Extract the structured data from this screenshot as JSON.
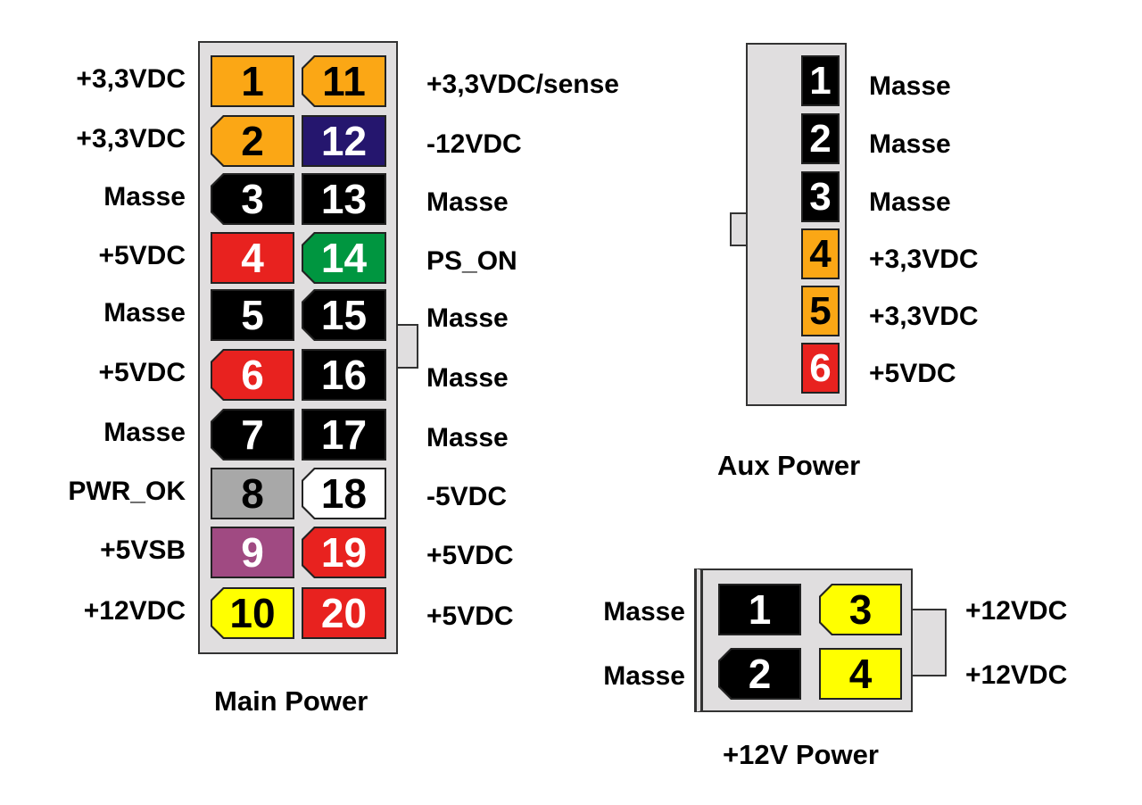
{
  "main": {
    "title": "Main Power",
    "left": [
      {
        "n": "1",
        "label": "+3,3VDC",
        "color": "#fba715",
        "text": "#000",
        "cut": false
      },
      {
        "n": "2",
        "label": "+3,3VDC",
        "color": "#fba715",
        "text": "#000",
        "cut": true
      },
      {
        "n": "3",
        "label": "Masse",
        "color": "#000000",
        "text": "#fff",
        "cut": true
      },
      {
        "n": "4",
        "label": "+5VDC",
        "color": "#e8221f",
        "text": "#fff",
        "cut": false
      },
      {
        "n": "5",
        "label": "Masse",
        "color": "#000000",
        "text": "#fff",
        "cut": false
      },
      {
        "n": "6",
        "label": "+5VDC",
        "color": "#e8221f",
        "text": "#fff",
        "cut": true
      },
      {
        "n": "7",
        "label": "Masse",
        "color": "#000000",
        "text": "#fff",
        "cut": true
      },
      {
        "n": "8",
        "label": "PWR_OK",
        "color": "#a8a8a8",
        "text": "#000",
        "cut": false
      },
      {
        "n": "9",
        "label": "+5VSB",
        "color": "#a04a82",
        "text": "#fff",
        "cut": false
      },
      {
        "n": "10",
        "label": "+12VDC",
        "color": "#ffff00",
        "text": "#000",
        "cut": true
      }
    ],
    "right": [
      {
        "n": "11",
        "label": "+3,3VDC/sense",
        "color": "#fba715",
        "text": "#000",
        "cut": true
      },
      {
        "n": "12",
        "label": "-12VDC",
        "color": "#25166e",
        "text": "#fff",
        "cut": false
      },
      {
        "n": "13",
        "label": "Masse",
        "color": "#000000",
        "text": "#fff",
        "cut": false
      },
      {
        "n": "14",
        "label": "PS_ON",
        "color": "#009640",
        "text": "#fff",
        "cut": true
      },
      {
        "n": "15",
        "label": "Masse",
        "color": "#000000",
        "text": "#fff",
        "cut": true
      },
      {
        "n": "16",
        "label": "Masse",
        "color": "#000000",
        "text": "#fff",
        "cut": false
      },
      {
        "n": "17",
        "label": "Masse",
        "color": "#000000",
        "text": "#fff",
        "cut": false
      },
      {
        "n": "18",
        "label": "-5VDC",
        "color": "#ffffff",
        "text": "#000",
        "cut": true
      },
      {
        "n": "19",
        "label": "+5VDC",
        "color": "#e8221f",
        "text": "#fff",
        "cut": true
      },
      {
        "n": "20",
        "label": "+5VDC",
        "color": "#e8221f",
        "text": "#fff",
        "cut": false
      }
    ]
  },
  "aux": {
    "title": "Aux Power",
    "pins": [
      {
        "n": "1",
        "label": "Masse",
        "color": "#000000",
        "text": "#fff"
      },
      {
        "n": "2",
        "label": "Masse",
        "color": "#000000",
        "text": "#fff"
      },
      {
        "n": "3",
        "label": "Masse",
        "color": "#000000",
        "text": "#fff"
      },
      {
        "n": "4",
        "label": "+3,3VDC",
        "color": "#fba715",
        "text": "#000"
      },
      {
        "n": "5",
        "label": "+3,3VDC",
        "color": "#fba715",
        "text": "#000"
      },
      {
        "n": "6",
        "label": "+5VDC",
        "color": "#e8221f",
        "text": "#fff"
      }
    ]
  },
  "p12": {
    "title": "+12V Power",
    "pins": [
      {
        "n": "1",
        "label": "Masse",
        "color": "#000000",
        "text": "#fff",
        "cut": false
      },
      {
        "n": "2",
        "label": "Masse",
        "color": "#000000",
        "text": "#fff",
        "cut": true
      },
      {
        "n": "3",
        "label": "+12VDC",
        "color": "#ffff00",
        "text": "#000",
        "cut": true
      },
      {
        "n": "4",
        "label": "+12VDC",
        "color": "#ffff00",
        "text": "#000",
        "cut": false
      }
    ]
  }
}
